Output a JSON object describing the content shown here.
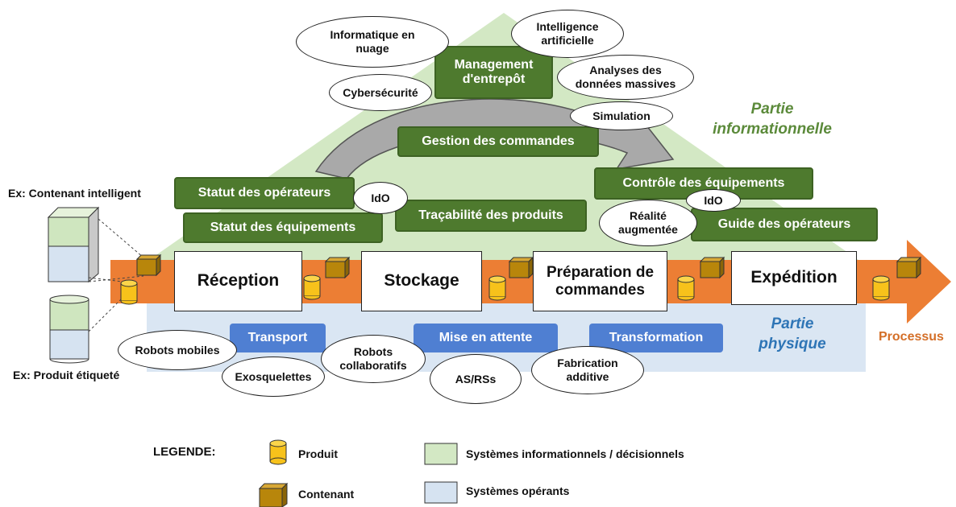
{
  "parts": {
    "informational": "Partie\ninformationnelle",
    "physical": "Partie\nphysique",
    "process": "Processus"
  },
  "steps": {
    "reception": "Réception",
    "storage": "Stockage",
    "order_prep": "Préparation de\ncommandes",
    "shipping": "Expédition"
  },
  "info_boxes": {
    "warehouse_mgmt": "Management\nd'entrepôt",
    "order_mgmt": "Gestion des commandes",
    "operator_status": "Statut des opérateurs",
    "equipment_status": "Statut des équipements",
    "traceability": "Traçabilité des produits",
    "equipment_control": "Contrôle des équipements",
    "operator_guide": "Guide des opérateurs"
  },
  "physical_boxes": {
    "transport": "Transport",
    "waiting": "Mise en attente",
    "transformation": "Transformation"
  },
  "technologies": {
    "cloud": "Informatique en\nnuage",
    "ai": "Intelligence\nartificielle",
    "big_data": "Analyses des\ndonnées massives",
    "cyber": "Cybersécurité",
    "simulation": "Simulation",
    "iot_1": "IdO",
    "iot_2": "IdO",
    "ar": "Réalité\naugmentée",
    "mobile_robots": "Robots mobiles",
    "exo": "Exosquelettes",
    "cobots": "Robots\ncollaboratifs",
    "asrs": "AS/RSs",
    "additive": "Fabrication\nadditive"
  },
  "examples": {
    "smart_container": "Ex: Contenant intelligent",
    "labeled_product": "Ex: Produit étiqueté"
  },
  "legend": {
    "title": "LEGENDE:",
    "product": "Produit",
    "container": "Contenant",
    "info_systems": "Systèmes informationnels / décisionnels",
    "operating_systems": "Systèmes opérants"
  },
  "colors": {
    "info_area": "#d3e8c4",
    "physical_area": "#dae6f3",
    "process_arrow": "#ec7e34",
    "green_box": "#4e7a2e",
    "blue_box": "#4f7fd2",
    "informational_text": "#5b8a3a",
    "physical_text": "#2e75b6",
    "process_text": "#d46f28",
    "product_fill": "#f7c21b",
    "container_fill": "#b8860b"
  },
  "icons": [
    "product-cylinder-icon",
    "container-cube-icon",
    "curved-arrow-icon"
  ]
}
